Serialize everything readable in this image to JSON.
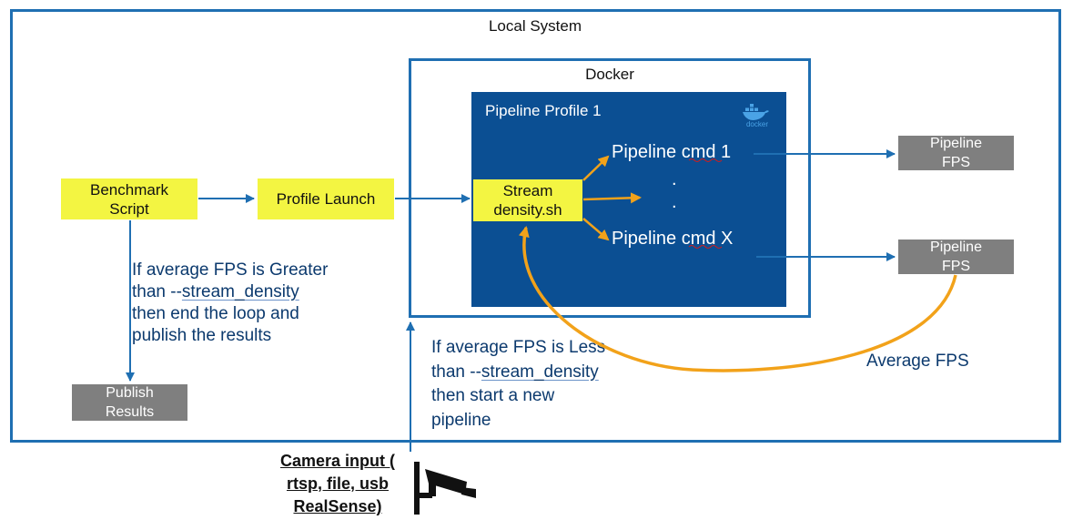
{
  "local_system": {
    "title": "Local System"
  },
  "docker": {
    "title": "Docker",
    "logo_text": "docker"
  },
  "pipeline_profile": {
    "title": "Pipeline Profile 1",
    "cmd_first": "Pipeline cmd 1",
    "dots": ".",
    "cmd_last": "Pipeline cmd X",
    "stream_density_line1": "Stream",
    "stream_density_line2": "density.sh"
  },
  "benchmark_script": {
    "line1": "Benchmark",
    "line2": "Script"
  },
  "profile_launch": {
    "label": "Profile Launch"
  },
  "pipeline_fps_top": {
    "line1": "Pipeline",
    "line2": "FPS"
  },
  "pipeline_fps_bottom": {
    "line1": "Pipeline",
    "line2": "FPS"
  },
  "publish_results": {
    "line1": "Publish",
    "line2": "Results"
  },
  "note_greater": {
    "line1": "If average FPS is Greater",
    "line2_prefix": "than  --",
    "line2_term": "stream_density",
    "line3": "then end the loop and",
    "line4": "publish the results"
  },
  "note_less": {
    "line1": "If average FPS is Less",
    "line2_prefix": "than  --",
    "line2_term": "stream_density",
    "line3": "then start a new",
    "line4": "pipeline"
  },
  "average_fps": {
    "label": "Average FPS"
  },
  "camera_input": {
    "line1": "Camera input (",
    "line2": "rtsp, file, usb",
    "line3": "RealSense)"
  },
  "colors": {
    "frame_blue": "#1f6fb2",
    "profile_bg": "#0b4f93",
    "yellow": "#f3f542",
    "orange": "#f2a21a",
    "grey": "#7f7f7f"
  }
}
